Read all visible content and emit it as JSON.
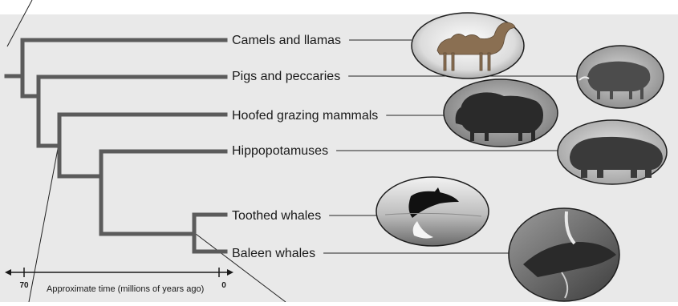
{
  "colors": {
    "panel": "#e9e9e9",
    "branch": "#5b5b5b",
    "leader": "#222222",
    "photo_rim": "#1e1e1e"
  },
  "taxa": [
    {
      "name": "Camels and llamas",
      "photo_icon": "camel-photo"
    },
    {
      "name": "Pigs and peccaries",
      "photo_icon": "warthog-photo"
    },
    {
      "name": "Hoofed grazing mammals",
      "photo_icon": "bison-photo"
    },
    {
      "name": "Hippopotamuses",
      "photo_icon": "hippopotamus-photo"
    },
    {
      "name": "Toothed whales",
      "photo_icon": "orca-photo"
    },
    {
      "name": "Baleen whales",
      "photo_icon": "baleen-whale-photo"
    }
  ],
  "time_axis": {
    "label": "Approximate time (millions of years ago)",
    "ticks": [
      {
        "value": 70,
        "label": "70"
      },
      {
        "value": 0,
        "label": "0"
      }
    ]
  }
}
